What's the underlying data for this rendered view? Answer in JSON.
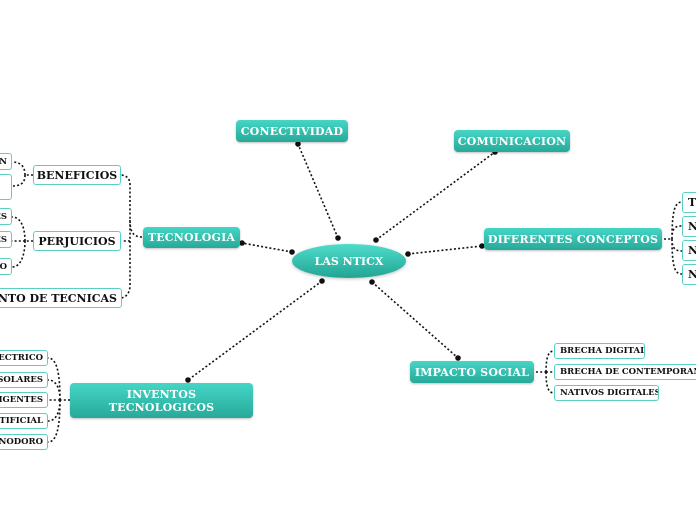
{
  "center": {
    "label": "LAS NTICX"
  },
  "conectividad": {
    "label": "CONECTIVIDAD"
  },
  "comunicacion": {
    "label": "COMUNICACION"
  },
  "tecnologia": {
    "label": "TECNOLOGIA",
    "beneficios": {
      "label": "BENEFICIOS",
      "children": [
        "N",
        ""
      ]
    },
    "perjuicios": {
      "label": "PERJUICIOS",
      "children": [
        "ES",
        "ES",
        "O"
      ]
    },
    "tecnicas": {
      "label": "NTO DE TECNICAS"
    }
  },
  "diferentes": {
    "label": "DIFERENTES CONCEPTOS",
    "children": [
      "T",
      "N",
      "N",
      "N"
    ]
  },
  "impacto": {
    "label": "IMPACTO SOCIAL",
    "children": [
      "BRECHA DIGITAL",
      "BRECHA DE CONTEMPORANE",
      "NATIVOS DIGITALES"
    ]
  },
  "inventos": {
    "label_line1": "INVENTOS",
    "label_line2": "TECNOLOGICOS",
    "children": [
      "LECTRICO",
      "SOLARES",
      "LIGENTES",
      "RTIFICIAL",
      "INODORO"
    ]
  }
}
